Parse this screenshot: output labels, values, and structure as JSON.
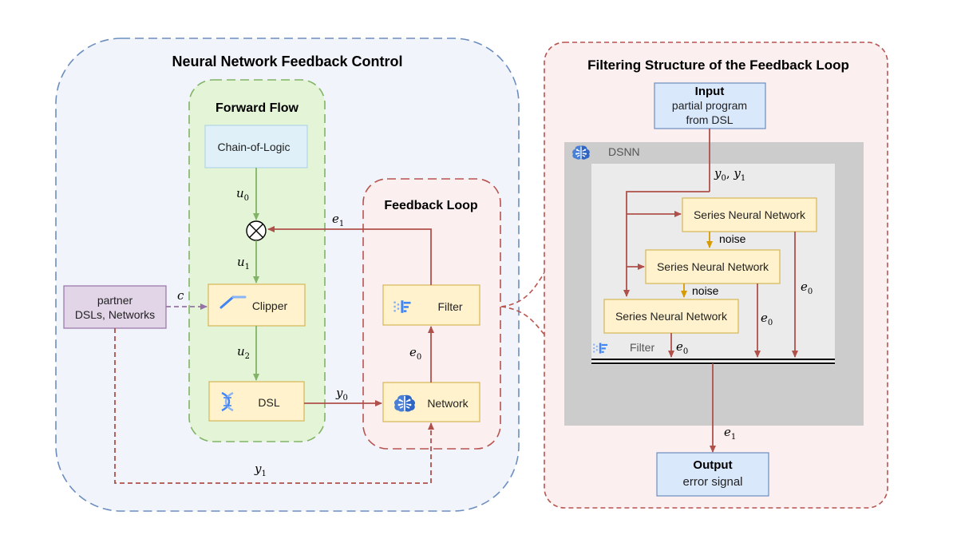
{
  "left_panel": {
    "title": "Neural Network Feedback Control",
    "forward_flow": {
      "title": "Forward Flow",
      "chain_label": "Chain-of-Logic",
      "clipper_label": "Clipper",
      "dsl_label": "DSL"
    },
    "feedback_loop": {
      "title": "Feedback Loop",
      "filter_label": "Filter",
      "network_label": "Network"
    },
    "partner_line1": "partner",
    "partner_line2": "DSLs, Networks",
    "labels": {
      "u0": "u",
      "u0_sub": "0",
      "u1": "u",
      "u1_sub": "1",
      "u2": "u",
      "u2_sub": "2",
      "c": "c",
      "y0": "y",
      "y0_sub": "0",
      "y1": "y",
      "y1_sub": "1",
      "e0": "e",
      "e0_sub": "0",
      "e1": "e",
      "e1_sub": "1"
    }
  },
  "right_panel": {
    "title": "Filtering Structure of the Feedback Loop",
    "input_title": "Input",
    "input_line1": "partial program",
    "input_line2": "from DSL",
    "dsnn_label": "DSNN",
    "y_pair": {
      "y": "y",
      "s0": "0",
      "sep": ", ",
      "s1": "1"
    },
    "series_label": "Series Neural Network",
    "noise_label": "noise",
    "filter_label": "Filter",
    "output_title": "Output",
    "output_subtitle": "error signal",
    "labels": {
      "e0": "e",
      "e0_sub": "0",
      "e1": "e",
      "e1_sub": "1"
    }
  },
  "colors": {
    "blue_border": "#6c8ebf",
    "blue_fill": "#f1f5fb",
    "green_border": "#82b366",
    "green_fill": "#e3f4d7",
    "red_border": "#b85450",
    "red_fill": "#fcefef",
    "yellow_fill": "#fff2cc",
    "yellow_border": "#d6b656",
    "purple_fill": "#e1d5e7",
    "purple_border": "#9673a6",
    "light_blue_fill": "#dae8fc",
    "arrow_red": "#b0504b",
    "arrow_green": "#82b366",
    "arrow_gold": "#d79b00",
    "arrow_purple": "#9673a6",
    "dsnn_gray": "#cccccc",
    "inner_gray": "#ebebeb"
  },
  "icons": [
    "brain-icon",
    "filter-icon",
    "clipper-icon",
    "dna-icon",
    "multiply-junction-icon"
  ]
}
